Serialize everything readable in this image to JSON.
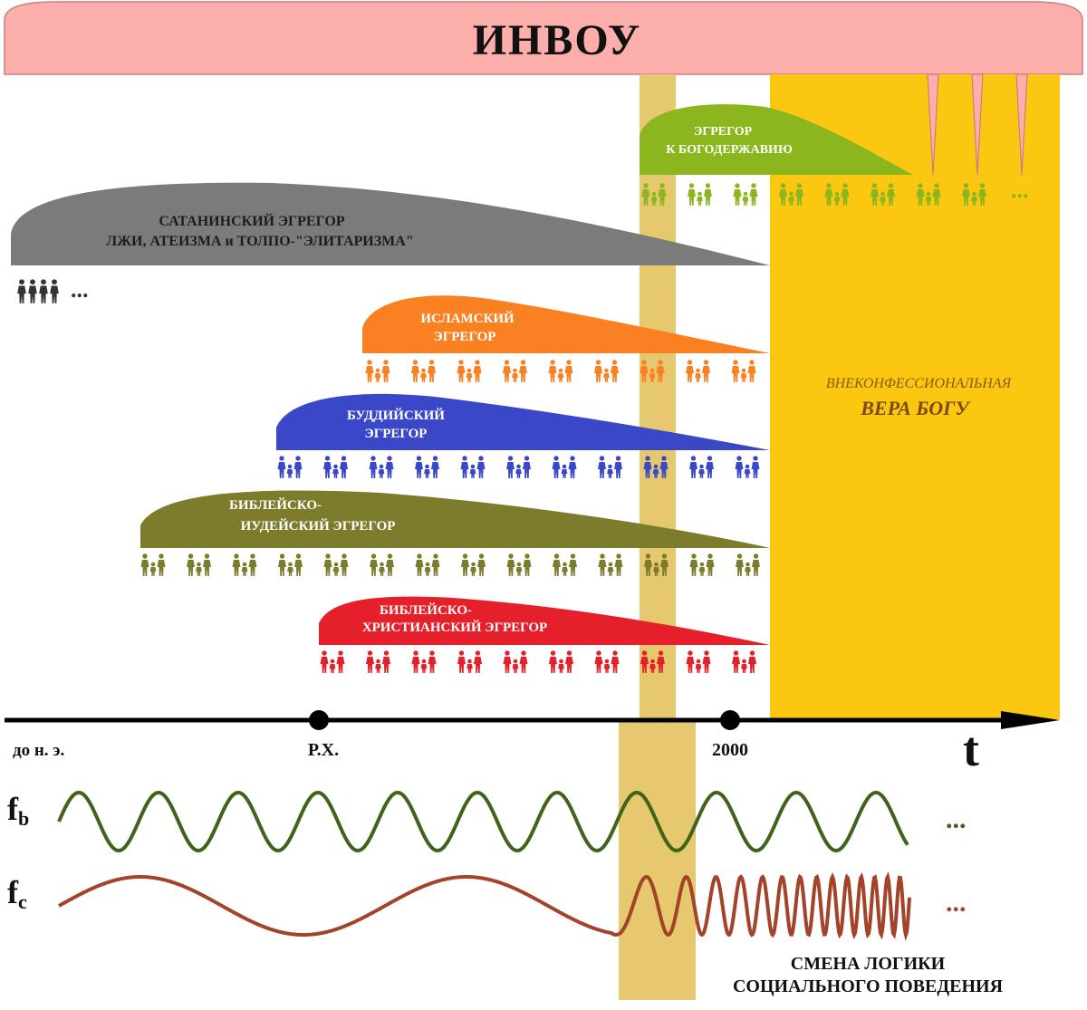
{
  "title": "ИНВОУ",
  "colors": {
    "title_fill": "#fcaeaa",
    "band": "#e6c96e",
    "faith_zone": "#fbc710",
    "bogoderzhavie": "#8bb61e",
    "satanic": "#7b7b7b",
    "islamic": "#f98122",
    "buddhist": "#3a48c7",
    "judaic": "#7c7c2c",
    "christian": "#e6202a",
    "wave_b": "#3f6319",
    "wave_c": "#a3432a",
    "people_dark": "#333333"
  },
  "egregors": [
    {
      "id": "bogoderzhavie",
      "line1": "ЭГРЕГОР",
      "line2": "К БОГОДЕРЖАВИЮ"
    },
    {
      "id": "satanic",
      "line1": "САТАНИНСКИЙ ЭГРЕГОР",
      "line2": "ЛЖИ, АТЕИЗМА и ТОЛПО-\"ЭЛИТАРИЗМА\""
    },
    {
      "id": "islamic",
      "line1": "ИСЛАМСКИЙ",
      "line2": "ЭГРЕГОР"
    },
    {
      "id": "buddhist",
      "line1": "БУДДИЙСКИЙ",
      "line2": "ЭГРЕГОР"
    },
    {
      "id": "judaic",
      "line1": "БИБЛЕЙСКО-",
      "line2": "ИУДЕЙСКИЙ ЭГРЕГОР"
    },
    {
      "id": "christian",
      "line1": "БИБЛЕЙСКО-",
      "line2": "ХРИСТИАНСКИЙ ЭГРЕГОР"
    }
  ],
  "faith": {
    "line1": "ВНЕКОНФЕССИОНАЛЬНАЯ",
    "line2": "ВЕРА БОГУ"
  },
  "axis": {
    "bc": "до н. э.",
    "rx": "Р.Х.",
    "y2000": "2000",
    "t": "t"
  },
  "waves": {
    "fb": "f",
    "fb_sub": "b",
    "fc": "f",
    "fc_sub": "c",
    "ellipsis": "..."
  },
  "people_ellipsis": "...",
  "logic_change": {
    "line1": "СМЕНА ЛОГИКИ",
    "line2": "СОЦИАЛЬНОГО ПОВЕДЕНИЯ"
  }
}
